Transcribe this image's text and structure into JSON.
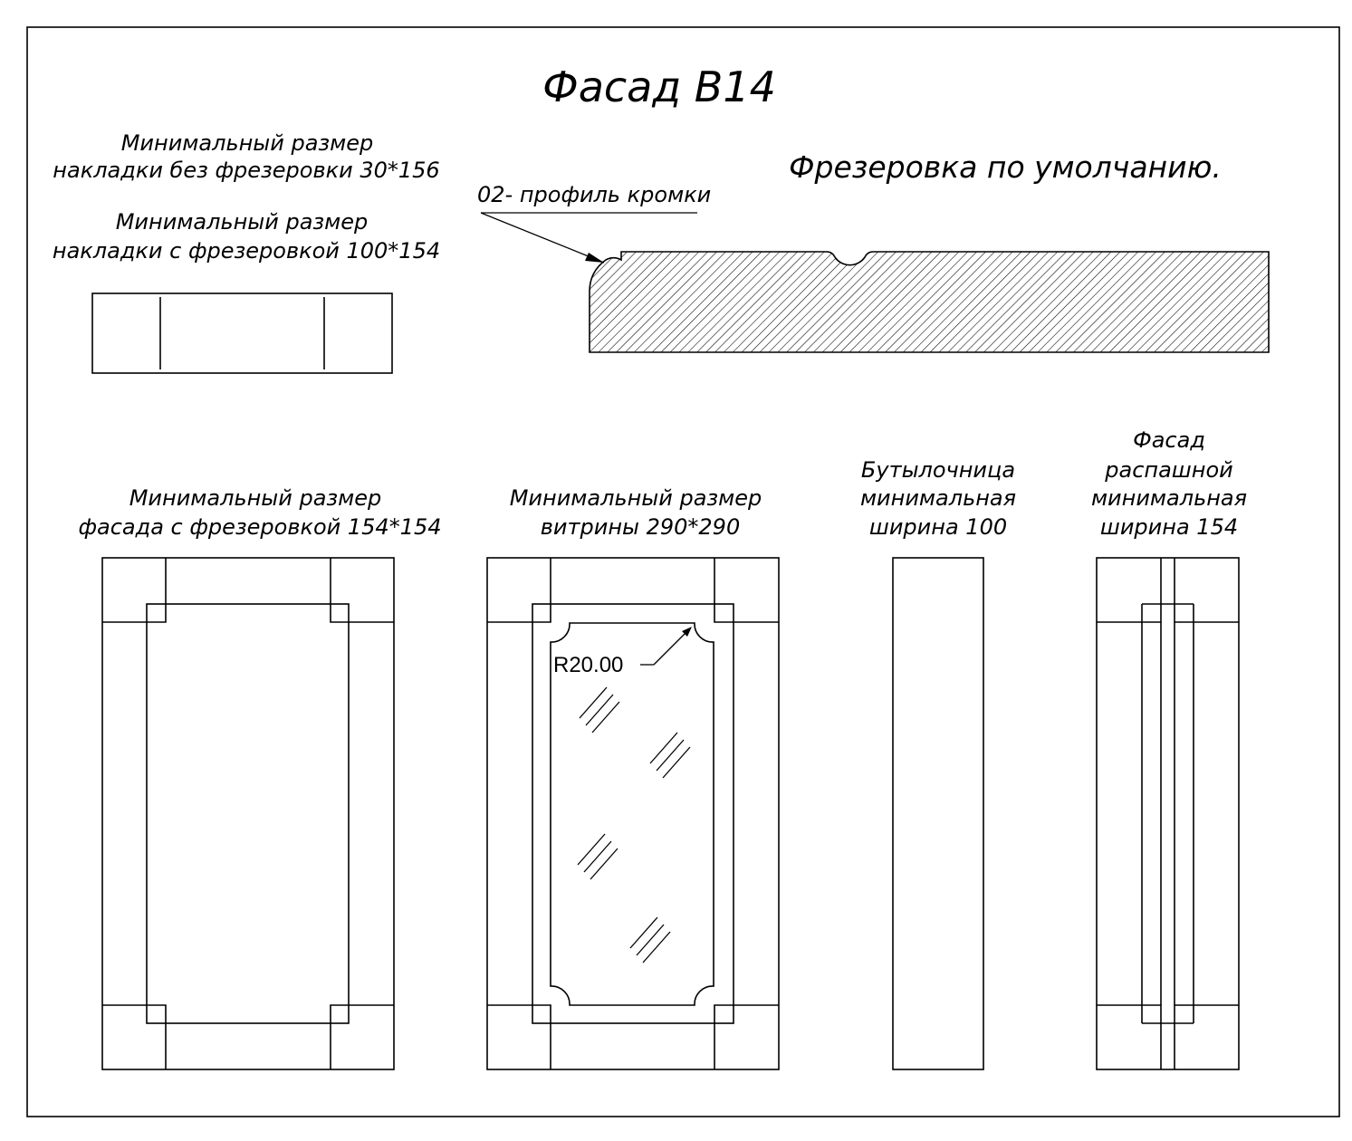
{
  "title": "Фасад В14",
  "milling_heading": "Фрезеровка по умолчанию.",
  "edge_profile_label": "02- профиль кромки",
  "overlay_note_1": {
    "line1": "Минимальный размер",
    "line2": "накладки без фрезеровки 30*156"
  },
  "overlay_note_2": {
    "line1": "Минимальный размер",
    "line2": "накладки с фрезеровкой 100*154"
  },
  "facade_note": {
    "line1": "Минимальный размер",
    "line2": "фасада с фрезеровкой  154*154"
  },
  "vitrine_note": {
    "line1": "Минимальный размер",
    "line2": "витрины 290*290"
  },
  "bottle_note": {
    "line1": "Бутылочница",
    "line2": "минимальная",
    "line3": "ширина 100"
  },
  "swing_note": {
    "line1": "Фасад",
    "line2": "распашной",
    "line3": "минимальная",
    "line4": "ширина 154"
  },
  "radius_label": "R20.00"
}
